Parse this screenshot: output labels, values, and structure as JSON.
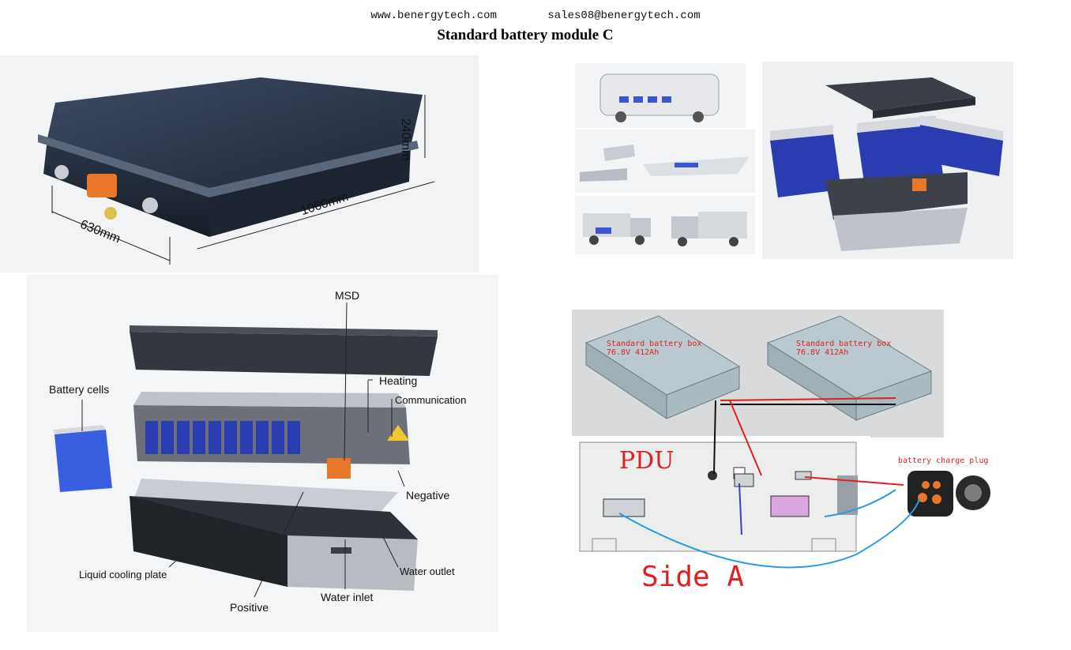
{
  "header": {
    "website": "www.benergytech.com",
    "email": "sales08@benergytech.com",
    "title": "Standard battery module C"
  },
  "dimension_photo": {
    "height_label": "240mm",
    "length_label": "1060mm",
    "width_label": "630mm"
  },
  "exploded_view": {
    "labels": {
      "msd": "MSD",
      "heating": "Heating",
      "communication": "Communication",
      "battery_cells": "Battery cells",
      "negative": "Negative",
      "liquid_cooling_plate": "Liquid cooling plate",
      "water_outlet": "Water outlet",
      "water_inlet": "Water inlet",
      "positive": "Positive"
    }
  },
  "wiring_diagram": {
    "box1_line1": "Standard battery box",
    "box1_line2": "76.8V 412Ah",
    "box2_line1": "Standard battery box",
    "box2_line2": "76.8V 412Ah",
    "pdu_label": "PDU",
    "side_label": "Side A",
    "charge_plug_label": "battery charge plug"
  },
  "colors": {
    "pack_dark": "#2e3a4f",
    "cell_blue": "#2a3db0",
    "connector_orange": "#e8772a",
    "diagram_red": "#e02020",
    "wire_blue": "#2a9be0"
  }
}
